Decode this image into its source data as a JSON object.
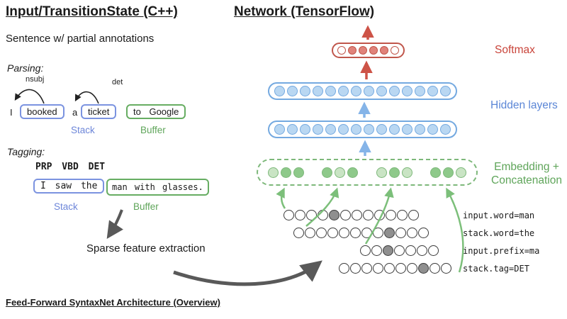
{
  "left": {
    "title": "Input/TransitionState (C++)",
    "subtitle": "Sentence w/ partial annotations",
    "parsing": {
      "heading": "Parsing:",
      "arc1": "nsubj",
      "arc2": "det",
      "word_i": "I",
      "word_booked": "booked",
      "word_a": "a",
      "word_ticket": "ticket",
      "word_buffer": "to Google",
      "stack_label": "Stack",
      "buffer_label": "Buffer"
    },
    "tagging": {
      "heading": "Tagging:",
      "pos_tags": "PRP VBD DET",
      "stack_words": "I saw the",
      "buffer_words": "man with glasses.",
      "stack_label": "Stack",
      "buffer_label": "Buffer"
    },
    "sparse_label": "Sparse feature extraction"
  },
  "network": {
    "title": "Network (TensorFlow)",
    "labels": {
      "softmax": "Softmax",
      "hidden": "Hidden layers",
      "embedding_line1": "Embedding +",
      "embedding_line2": "Concatenation"
    },
    "softmax": {
      "count": 6,
      "filled": [
        1,
        2,
        3,
        4
      ]
    },
    "hidden_layers": [
      {
        "count": 14
      },
      {
        "count": 14
      }
    ],
    "embedding_groups": [
      {
        "fills": [
          "lt",
          "dk",
          "dk"
        ]
      },
      {
        "fills": [
          "dk",
          "lt",
          "dk"
        ]
      },
      {
        "fills": [
          "lt",
          "dk",
          "lt"
        ]
      },
      {
        "fills": [
          "dk",
          "dk",
          "lt"
        ]
      }
    ],
    "features": [
      {
        "label": "input.word=man",
        "count": 12,
        "filled_index": 4
      },
      {
        "label": "stack.word=the",
        "count": 12,
        "filled_index": 8
      },
      {
        "label": "input.prefix=ma",
        "count": 7,
        "filled_index": 2
      },
      {
        "label": "stack.tag=DET",
        "count": 10,
        "filled_index": 7
      }
    ]
  },
  "footer": "Feed-Forward SyntaxNet Architecture (Overview)",
  "colors": {
    "stack_blue": "#7b93e0",
    "buffer_green": "#67ad62",
    "softmax_red": "#c9443a",
    "hidden_blue": "#74a9e0",
    "arrow_gray": "#595959"
  }
}
